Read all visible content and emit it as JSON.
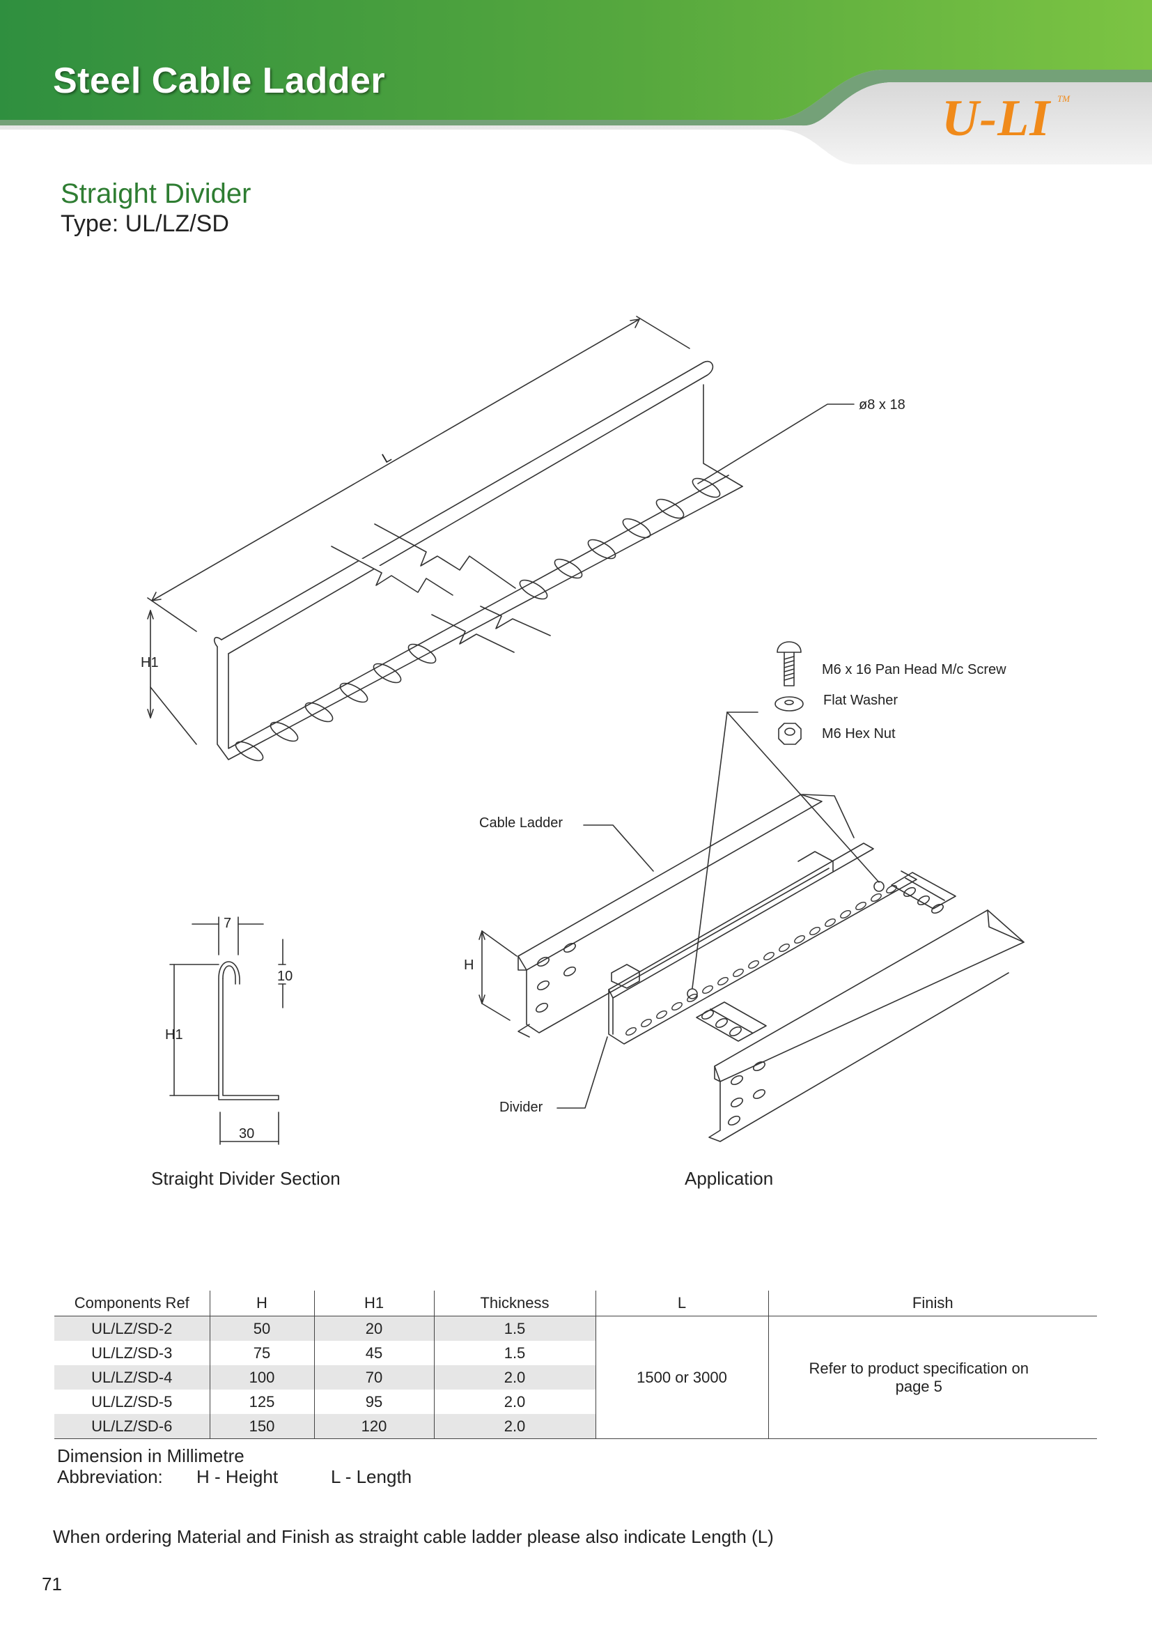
{
  "header": {
    "title": "Steel Cable Ladder",
    "logo": "U-LI",
    "trademark": "TM"
  },
  "product": {
    "name": "Straight Divider",
    "type": "Type: UL/LZ/SD"
  },
  "drawing_labels": {
    "L": "L",
    "H1": "H1",
    "slot": "ø8 x 18",
    "screw": "M6 x 16 Pan Head M/c Screw",
    "washer": "Flat Washer",
    "nut": "M6 Hex Nut",
    "cable_ladder": "Cable Ladder",
    "H": "H",
    "divider": "Divider",
    "sec_7": "7",
    "sec_10": "10",
    "sec_H1": "H1",
    "sec_30": "30"
  },
  "captions": {
    "section": "Straight Divider Section",
    "application": "Application"
  },
  "table": {
    "headers": [
      "Components Ref",
      "H",
      "H1",
      "Thickness",
      "L",
      "Finish"
    ],
    "rows": [
      [
        "UL/LZ/SD-2",
        "50",
        "20",
        "1.5"
      ],
      [
        "UL/LZ/SD-3",
        "75",
        "45",
        "1.5"
      ],
      [
        "UL/LZ/SD-4",
        "100",
        "70",
        "2.0"
      ],
      [
        "UL/LZ/SD-5",
        "125",
        "95",
        "2.0"
      ],
      [
        "UL/LZ/SD-6",
        "150",
        "120",
        "2.0"
      ]
    ],
    "length": "1500 or 3000",
    "finish": "Refer to product specification on page 5"
  },
  "notes": {
    "dimension": "Dimension in Millimetre",
    "abbr_label": "Abbreviation:",
    "abbr_h": "H - Height",
    "abbr_l": "L - Length",
    "ordering": "When ordering Material and Finish as straight cable ladder please also indicate Length (L)"
  },
  "page_number": "71",
  "colors": {
    "header_green_dark": "#2f8f3f",
    "header_green_light": "#7cc443",
    "logo_orange": "#f08a1a",
    "title_green": "#2e7d32"
  }
}
